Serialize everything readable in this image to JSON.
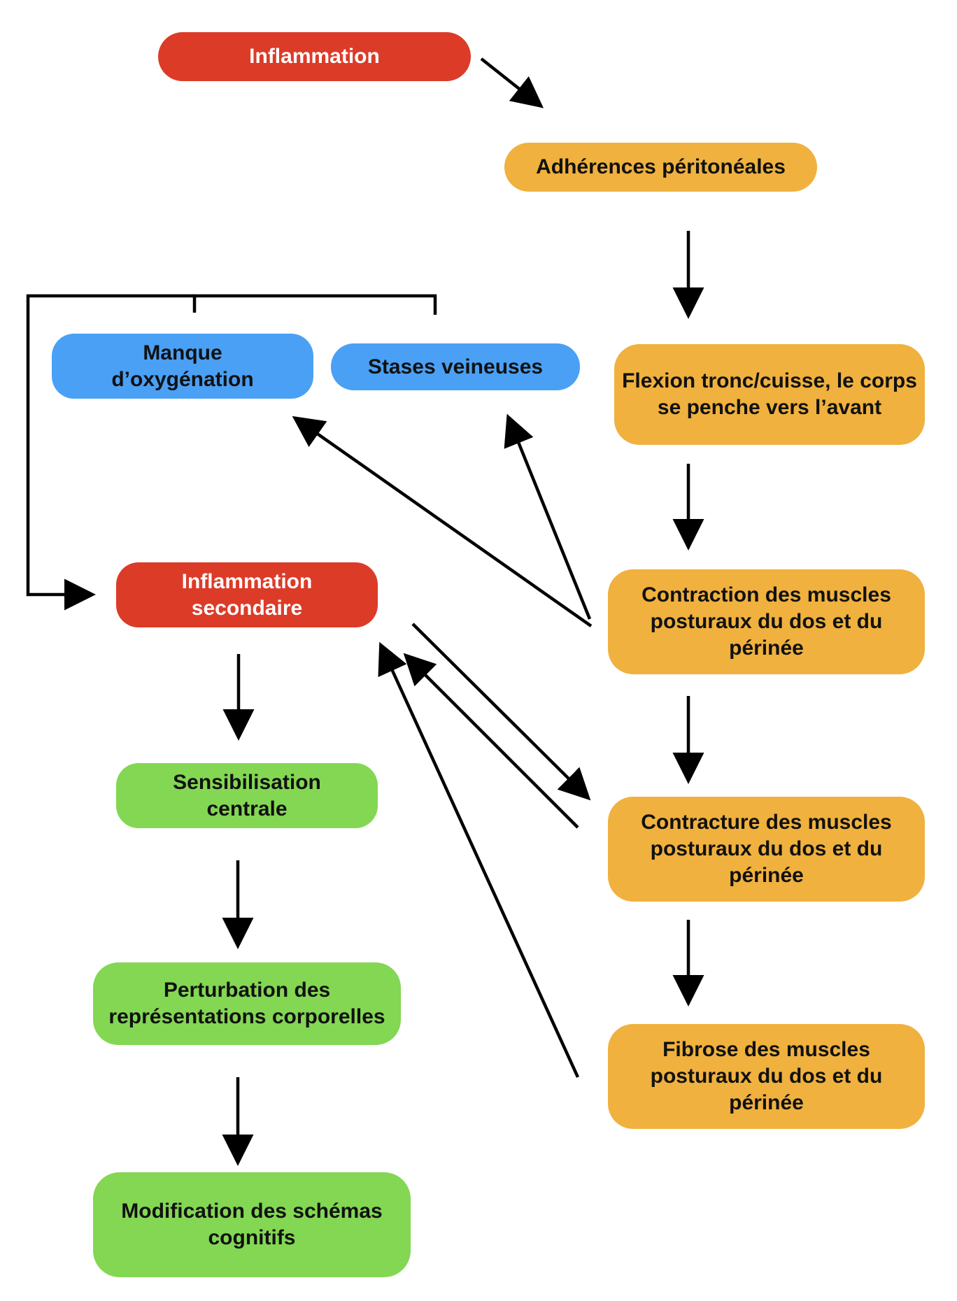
{
  "nodes": {
    "inflammation": "Inflammation",
    "adherences": "Adhérences péritonéales",
    "flexion": "Flexion tronc/cuisse, le corps\nse penche vers l’avant",
    "manque_oxygenation": "Manque\nd’oxygénation",
    "stases_veineuses": "Stases veineuses",
    "contraction": "Contraction des muscles\nposturaux du dos et du\npérinée",
    "inflammation_secondaire": "Inflammation\nsecondaire",
    "contracture": "Contracture des muscles\nposturaux du dos et du\npérinée",
    "sensibilisation": "Sensibilisation\ncentrale",
    "perturbation": "Perturbation des\nreprésentations corporelles",
    "fibrose": "Fibrose des muscles\nposturaux du dos et du\npérinée",
    "modification": "Modification des schémas\ncognitifs"
  },
  "colors": {
    "red": "#dc3b28",
    "orange": "#f0b13e",
    "blue": "#4aa0f5",
    "green": "#83d753",
    "arrow": "#000000"
  },
  "edges": [
    {
      "from": "Inflammation",
      "to": "Adhérences péritonéales"
    },
    {
      "from": "Adhérences péritonéales",
      "to": "Flexion tronc/cuisse"
    },
    {
      "from": "Flexion tronc/cuisse",
      "to": "Contraction des muscles"
    },
    {
      "from": "Contraction des muscles",
      "to": "Contracture des muscles"
    },
    {
      "from": "Contracture des muscles",
      "to": "Fibrose des muscles"
    },
    {
      "from": "Contraction des muscles",
      "to": "Manque d’oxygénation"
    },
    {
      "from": "Contraction des muscles",
      "to": "Stases veineuses"
    },
    {
      "from": "Manque d’oxygénation + Stases veineuses",
      "to": "Inflammation secondaire"
    },
    {
      "from": "Inflammation secondaire",
      "to": "Contracture des muscles"
    },
    {
      "from": "Contracture des muscles",
      "to": "Inflammation secondaire"
    },
    {
      "from": "Fibrose des muscles",
      "to": "Inflammation secondaire"
    },
    {
      "from": "Inflammation secondaire",
      "to": "Sensibilisation centrale"
    },
    {
      "from": "Sensibilisation centrale",
      "to": "Perturbation des représentations corporelles"
    },
    {
      "from": "Perturbation des représentations corporelles",
      "to": "Modification des schémas cognitifs"
    }
  ]
}
